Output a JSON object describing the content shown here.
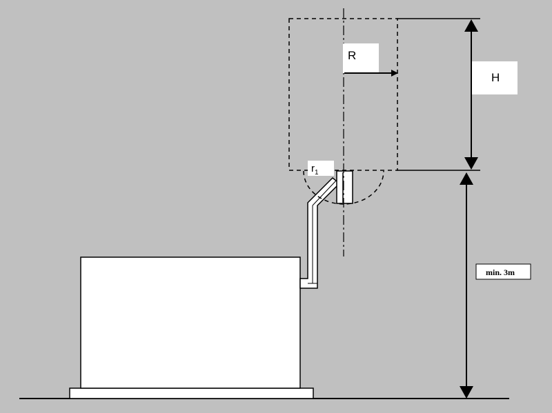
{
  "colors": {
    "background": "#c0c0c0",
    "line": "#000000",
    "fill_white": "#ffffff"
  },
  "labels": {
    "radius": "R",
    "height": "H",
    "small_radius_letter": "r",
    "small_radius_subscript": "1",
    "min_height": "min. 3m"
  }
}
